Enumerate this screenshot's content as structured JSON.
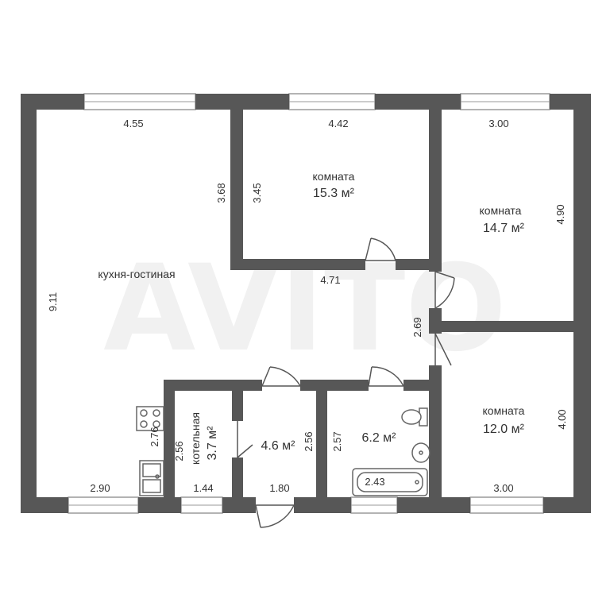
{
  "colors": {
    "wall": "#575757",
    "window_frame": "#9a9a9a",
    "fixture": "#666666",
    "watermark": "#f1f1f1",
    "text": "#333333"
  },
  "watermark": "AVITO",
  "rooms": {
    "kitchen_living": {
      "name": "кухня-гостиная"
    },
    "room_top": {
      "name": "комната",
      "area": "15.3 м²"
    },
    "room_right_top": {
      "name": "комната",
      "area": "14.7 м²"
    },
    "room_right_bottom": {
      "name": "комната",
      "area": "12.0 м²"
    },
    "boiler": {
      "name": "котельная",
      "area": "3.7 м²"
    },
    "hall": {
      "area": "4.6 м²"
    },
    "bathroom": {
      "area": "6.2 м²"
    }
  },
  "dimensions": {
    "kitchen_top_width": "4.55",
    "kitchen_height": "9.11",
    "kitchen_inner_right": "3.68",
    "kitchen_bottom_width": "2.90",
    "kitchen_counter": "2.76",
    "room_top_width": "4.42",
    "room_top_height": "3.45",
    "corridor_width": "4.71",
    "corridor_depth": "2.69",
    "room_right_top_width": "3.00",
    "room_right_top_height": "4.90",
    "room_right_bottom_height": "4.00",
    "room_right_bottom_width": "3.00",
    "boiler_height": "2.56",
    "boiler_width": "1.44",
    "hall_height": "2.56",
    "hall_width": "1.80",
    "bathroom_height": "2.57",
    "bathtub_length": "2.43"
  }
}
